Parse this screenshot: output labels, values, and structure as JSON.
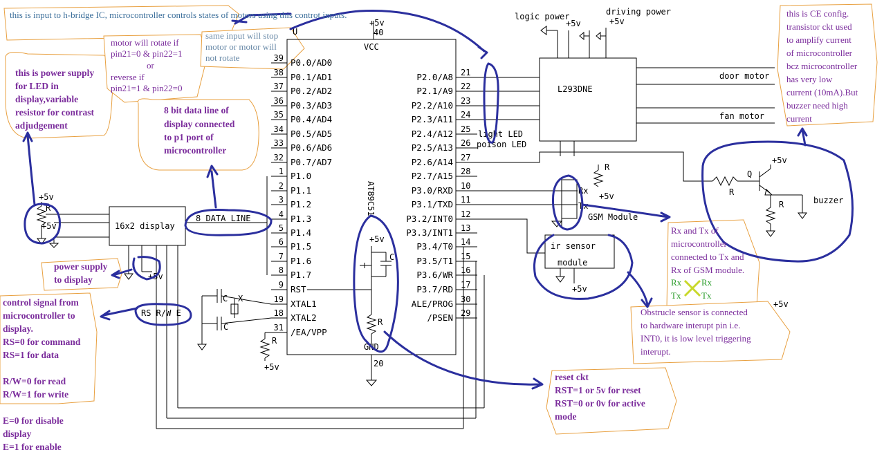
{
  "chip": {
    "name": "AT89C51",
    "vcc_pin": "40",
    "vcc_label": "VCC",
    "vcc_supply": "+5v",
    "gnd_pin": "20",
    "gnd_label": "GND",
    "top_mark": "U",
    "left_pins": [
      {
        "num": "39",
        "name": "P0.0/AD0"
      },
      {
        "num": "38",
        "name": "P0.1/AD1"
      },
      {
        "num": "37",
        "name": "P0.2/AD2"
      },
      {
        "num": "36",
        "name": "P0.3/AD3"
      },
      {
        "num": "35",
        "name": "P0.4/AD4"
      },
      {
        "num": "34",
        "name": "P0.5/AD5"
      },
      {
        "num": "33",
        "name": "P0.6/AD6"
      },
      {
        "num": "32",
        "name": "P0.7/AD7"
      },
      {
        "num": "1",
        "name": "P1.0"
      },
      {
        "num": "2",
        "name": "P1.1"
      },
      {
        "num": "3",
        "name": "P1.2"
      },
      {
        "num": "4",
        "name": "P1.3"
      },
      {
        "num": "5",
        "name": "P1.4"
      },
      {
        "num": "6",
        "name": "P1.5"
      },
      {
        "num": "7",
        "name": "P1.6"
      },
      {
        "num": "8",
        "name": "P1.7"
      },
      {
        "num": "9",
        "name": "RST"
      },
      {
        "num": "19",
        "name": "XTAL1"
      },
      {
        "num": "18",
        "name": "XTAL2"
      },
      {
        "num": "31",
        "name": "/EA/VPP"
      }
    ],
    "right_pins": [
      {
        "num": "21",
        "name": "P2.0/A8"
      },
      {
        "num": "22",
        "name": "P2.1/A9"
      },
      {
        "num": "23",
        "name": "P2.2/A10"
      },
      {
        "num": "24",
        "name": "P2.3/A11"
      },
      {
        "num": "25",
        "name": "P2.4/A12"
      },
      {
        "num": "26",
        "name": "P2.5/A13"
      },
      {
        "num": "27",
        "name": "P2.6/A14"
      },
      {
        "num": "28",
        "name": "P2.7/A15"
      },
      {
        "num": "10",
        "name": "P3.0/RXD"
      },
      {
        "num": "11",
        "name": "P3.1/TXD"
      },
      {
        "num": "12",
        "name": "P3.2/INT0"
      },
      {
        "num": "13",
        "name": "P3.3/INT1"
      },
      {
        "num": "14",
        "name": "P3.4/T0"
      },
      {
        "num": "15",
        "name": "P3.5/T1"
      },
      {
        "num": "16",
        "name": "P3.6/WR"
      },
      {
        "num": "17",
        "name": "P3.7/RD"
      },
      {
        "num": "30",
        "name": "ALE/PROG"
      },
      {
        "num": "29",
        "name": "/PSEN"
      }
    ]
  },
  "components": {
    "l293": "L293DNE",
    "logic_power": "logic power",
    "driving_power": "driving power",
    "logic_supply": "+5v",
    "drive_supply": "+5v",
    "door_motor": "door motor",
    "fan_motor": "fan motor",
    "light_led": "light LED",
    "poison_led": "poison LED",
    "display": "16x2 display",
    "data_line": "8 DATA LINE",
    "rs_rw_e": "RS R/W E",
    "display_supply": "+5v",
    "pot_supply_top": "+5v",
    "pot_supply_mid": "+5v",
    "pot_r": "R",
    "gsm_module": "GSM Module",
    "rx": "Rx",
    "tx": "Tx",
    "gsm_r": "R",
    "gsm_supply": "+5v",
    "ir_sensor_1": "ir sensor",
    "ir_sensor_2": "module",
    "ir_supply": "+5v",
    "buzzer": "buzzer",
    "buz_supply": "+5v",
    "buz_q": "Q",
    "buz_r1": "R",
    "buz_r2": "R",
    "reset_supply": "+5v",
    "reset_c": "C",
    "reset_r": "R",
    "xtal_c1": "C",
    "xtal_c2": "C",
    "xtal_x": "X",
    "ea_r": "R",
    "ea_supply": "+5v",
    "stray_supply": "+5v"
  },
  "notes": {
    "hbridge": "this is input to h-bridge IC, microcontroller controls states of motors using this controt inputs.",
    "motor_fwd_1": "motor will rotate if",
    "motor_fwd_2": "pin21=0 & pin22=1",
    "motor_or": "or",
    "motor_rev_1": "reverse if",
    "motor_rev_2": "pin21=1 & pin22=0",
    "same_input_1": "same input will stop",
    "same_input_2": "motor or motor will",
    "same_input_3": "not rotate",
    "led_power_1": "this is power supply",
    "led_power_2": "for LED in",
    "led_power_3": "display,variable",
    "led_power_4": "resistor for contrast",
    "led_power_5": "adjudgement",
    "data8_1": "8 bit data line of",
    "data8_2": "display connected",
    "data8_3": "to p1 port of",
    "data8_4": "microcontroller",
    "ce_1": "this is CE config.",
    "ce_2": "transistor ckt used",
    "ce_3": "to amplify current",
    "ce_4": "of microcontroller",
    "ce_5": "bcz microcontroller",
    "ce_6": "has very low",
    "ce_7": "current (10mA).But",
    "ce_8": "buzzer need high",
    "ce_9": "current",
    "disp_power_1": "power supply",
    "disp_power_2": "to display",
    "ctrl_1": "control signal from",
    "ctrl_2": "microcontroller to",
    "ctrl_3": "display.",
    "ctrl_4": "RS=0 for command",
    "ctrl_5": "RS=1 for data",
    "ctrl_6": "R/W=0 for read",
    "ctrl_7": "R/W=1 for write",
    "ctrl_8": "E=0 for disable",
    "ctrl_9": "display",
    "ctrl_10": "E=1 for enable",
    "rxtx_1": "Rx and Tx of",
    "rxtx_2": "microcontroller",
    "rxtx_3": "connected to Tx and",
    "rxtx_4": "Rx of GSM module.",
    "rxtx_rx1": "Rx",
    "rxtx_rx2": "Rx",
    "rxtx_tx1": "Tx",
    "rxtx_tx2": "Tx",
    "obs_1": "Obstrucle sensor is connected",
    "obs_2": "to hardware interupt pin i.e.",
    "obs_3": "INT0, it is low level triggering",
    "obs_4": "interupt.",
    "reset_1": "reset ckt",
    "reset_2": "RST=1 or 5v for reset",
    "reset_3": "RST=0 or 0v for active",
    "reset_4": "mode"
  },
  "colors": {
    "annotation_blue": "#2b2f9e",
    "bubble_border": "#e8a040",
    "note_purple": "#7b2d9c",
    "note_teal": "#3b6e9a",
    "note_gray": "#6a8aa8",
    "green": "#2e9e2e",
    "cross": "#c8d82a"
  }
}
